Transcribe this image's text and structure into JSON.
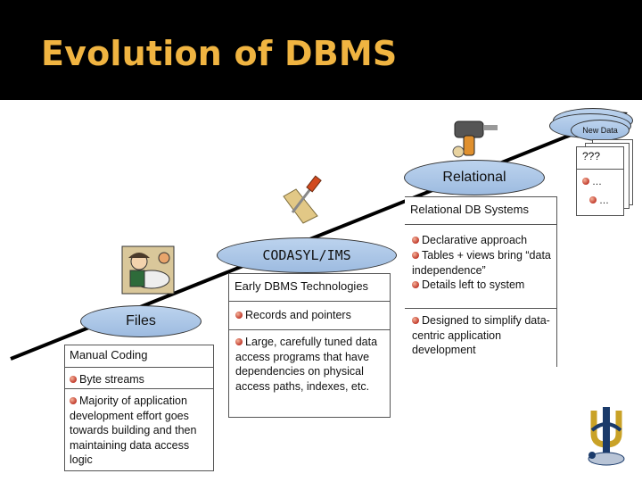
{
  "title": "Evolution of DBMS",
  "stages": {
    "files": {
      "label": "Files",
      "subtitle": "Manual Coding",
      "bullets": [
        "Byte streams",
        "Majority of application development effort goes towards building and then maintaining data access logic"
      ]
    },
    "codasyl": {
      "label": "CODASYL/IMS",
      "subtitle": "Early DBMS Technologies",
      "bullets": [
        "Records and pointers",
        "Large, carefully tuned data access programs that have dependencies on physical access paths, indexes, etc."
      ]
    },
    "relational": {
      "label": "Relational",
      "subtitle": "Relational DB Systems",
      "bullets": [
        "Declarative approach",
        "Tables + views bring “data independence”",
        "Details left to system"
      ],
      "bullets2": [
        "Designed to simplify data-centric application development"
      ]
    },
    "new_data": {
      "label": "New Data",
      "subtitle": "???",
      "bullets": [
        "…",
        "…"
      ]
    }
  }
}
